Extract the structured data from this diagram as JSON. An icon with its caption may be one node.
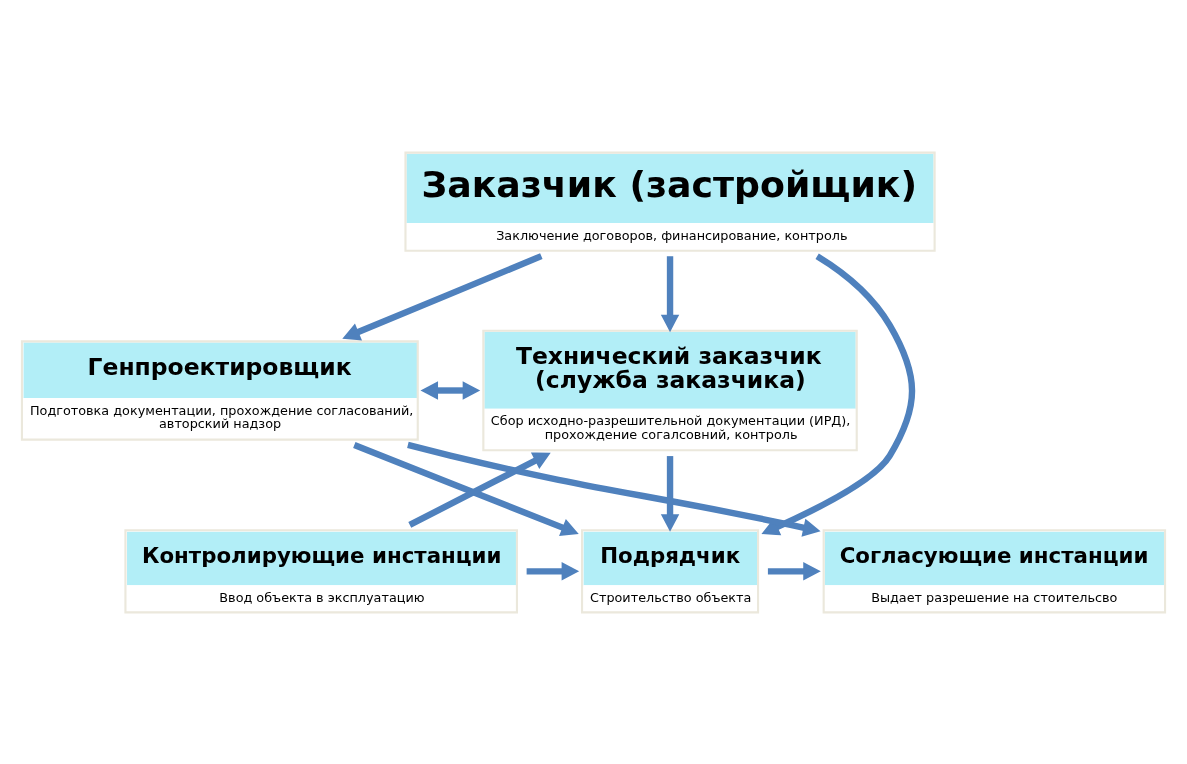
{
  "diagram": {
    "nodes": [
      {
        "text": [
          "Заказчик (застройщик)",
          "Заключение договоров, финансирование, контроль"
        ]
      },
      {
        "text": [
          "Генпроектировщик",
          "Подготовка документации, прохождение согласований, авторский надзор"
        ]
      },
      {
        "text": [
          "Технический заказчик (служба заказчика)",
          "Сбор исходно-разрешительной документации (ИРД), прохождение согалсовний, контроль"
        ]
      },
      {
        "text": [
          "Согласующие инстанции",
          "Выдает разрешение на стоительсво"
        ]
      },
      {
        "text": [
          "Подрядчик",
          "Строительство объекта"
        ]
      },
      {
        "text": [
          "Контролирующие инстанции",
          "Ввод объекта в эксплуатацию"
        ]
      }
    ],
    "edges": [
      {
        "from": 0,
        "to": 1,
        "arrow": "to"
      },
      {
        "from": 0,
        "to": 2,
        "arrow": "to"
      },
      {
        "from": 0,
        "to": 4,
        "arrow": "to"
      },
      {
        "from": 1,
        "to": 2,
        "arrow": "both"
      },
      {
        "from": 1,
        "to": 3,
        "arrow": "to"
      },
      {
        "from": 1,
        "to": 4,
        "arrow": "to"
      },
      {
        "from": 2,
        "to": 4,
        "arrow": "to"
      },
      {
        "from": 5,
        "to": 2,
        "arrow": "to"
      },
      {
        "from": 4,
        "to": 3,
        "arrow": "to"
      },
      {
        "from": 5,
        "to": 4,
        "arrow": "to"
      }
    ]
  }
}
